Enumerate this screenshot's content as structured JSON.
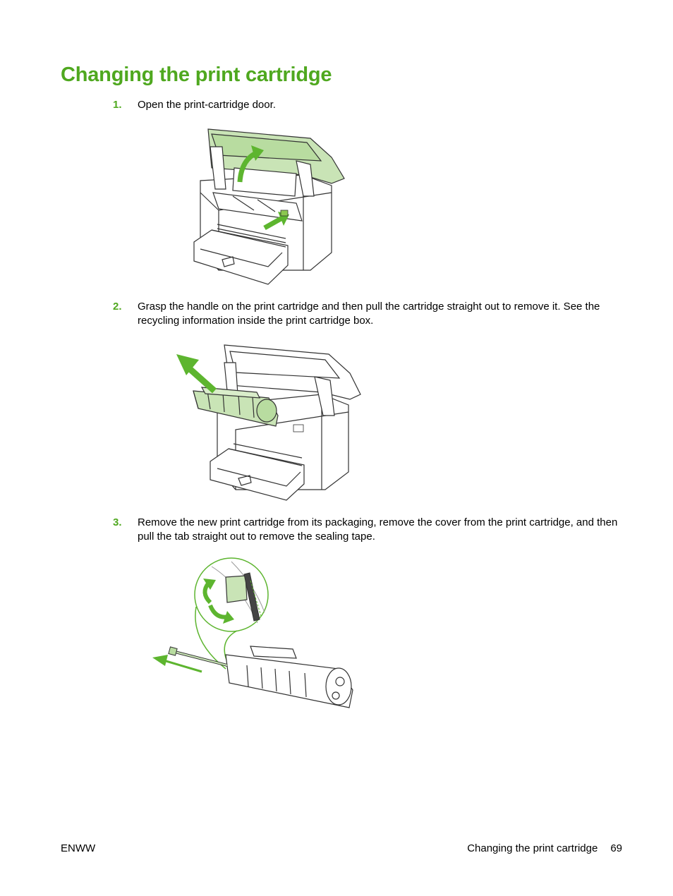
{
  "page": {
    "title": "Changing the print cartridge",
    "accent_color": "#4fa81f",
    "steps": [
      {
        "number": "1.",
        "text": "Open the print-cartridge door."
      },
      {
        "number": "2.",
        "text": "Grasp the handle on the print cartridge and then pull the cartridge straight out to remove it. See the recycling information inside the print cartridge box."
      },
      {
        "number": "3.",
        "text": "Remove the new print cartridge from its packaging, remove the cover from the print cartridge, and then pull the tab straight out to remove the sealing tape."
      }
    ],
    "figures": [
      {
        "icon": "printer-open-door-illustration"
      },
      {
        "icon": "printer-remove-cartridge-illustration"
      },
      {
        "icon": "cartridge-sealing-tape-illustration"
      }
    ]
  },
  "footer": {
    "left": "ENWW",
    "section": "Changing the print cartridge",
    "page_number": "69"
  }
}
